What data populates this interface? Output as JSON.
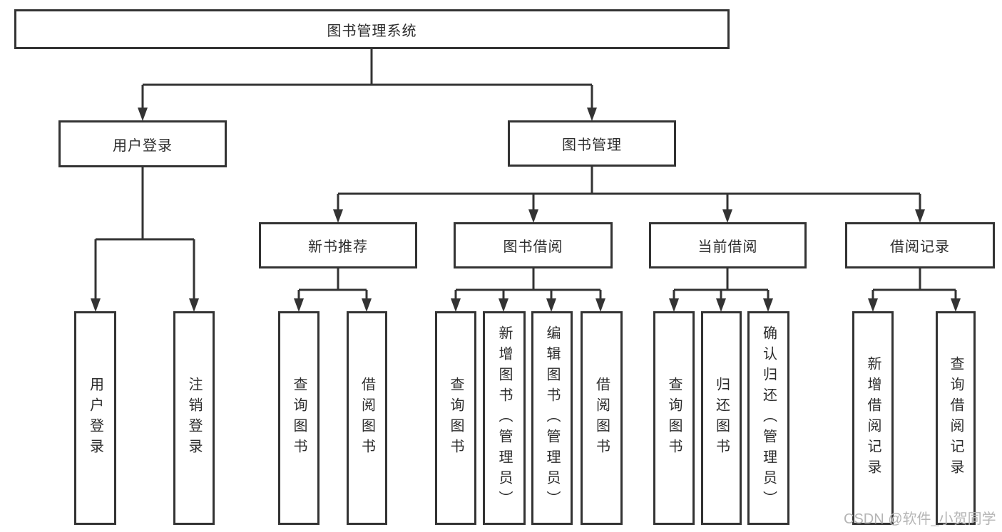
{
  "tree": {
    "root": {
      "label": "图书管理系统",
      "children": [
        {
          "label": "用户登录",
          "children": [
            {
              "label": "用户登录"
            },
            {
              "label": "注销登录"
            }
          ]
        },
        {
          "label": "图书管理",
          "children": [
            {
              "label": "新书推荐",
              "children": [
                {
                  "label": "查询图书"
                },
                {
                  "label": "借阅图书"
                }
              ]
            },
            {
              "label": "图书借阅",
              "children": [
                {
                  "label": "查询图书"
                },
                {
                  "label": "新增图书（管理员）"
                },
                {
                  "label": "编辑图书（管理员）"
                },
                {
                  "label": "借阅图书"
                }
              ]
            },
            {
              "label": "当前借阅",
              "children": [
                {
                  "label": "查询图书"
                },
                {
                  "label": "归还图书"
                },
                {
                  "label": "确认归还（管理员）"
                }
              ]
            },
            {
              "label": "借阅记录",
              "children": [
                {
                  "label": "新增借阅记录"
                },
                {
                  "label": "查询借阅记录"
                }
              ]
            }
          ]
        }
      ]
    }
  },
  "watermark": {
    "text": "CSDN @软件_小贺同学"
  },
  "colors": {
    "line": "#333333",
    "box_border": "#333333",
    "text": "#2d2d2d",
    "watermark": "#b5b5b5",
    "background": "#ffffff"
  }
}
